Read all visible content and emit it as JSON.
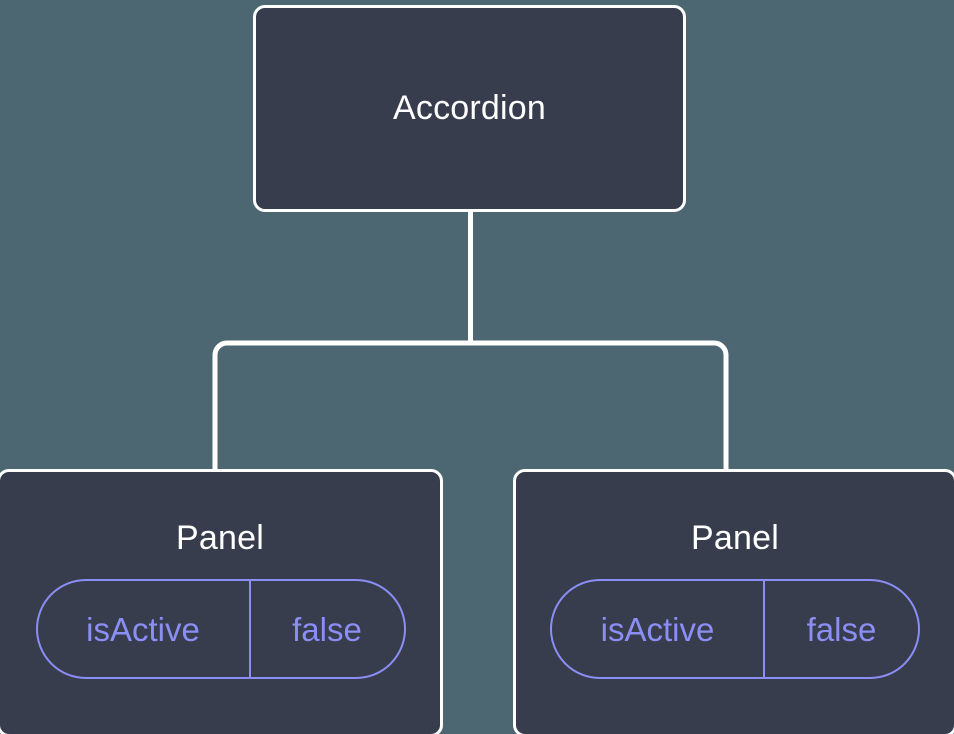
{
  "diagram": {
    "type": "component-tree",
    "background_color": "#4c6672",
    "node_fill_color": "#373d4d",
    "node_border_color": "#ffffff",
    "edge_color": "#ffffff",
    "accent_color": "#8b8ef5",
    "root": {
      "label": "Accordion"
    },
    "children": [
      {
        "label": "Panel",
        "props": [
          {
            "key": "isActive",
            "value": "false"
          }
        ]
      },
      {
        "label": "Panel",
        "props": [
          {
            "key": "isActive",
            "value": "false"
          }
        ]
      }
    ]
  }
}
